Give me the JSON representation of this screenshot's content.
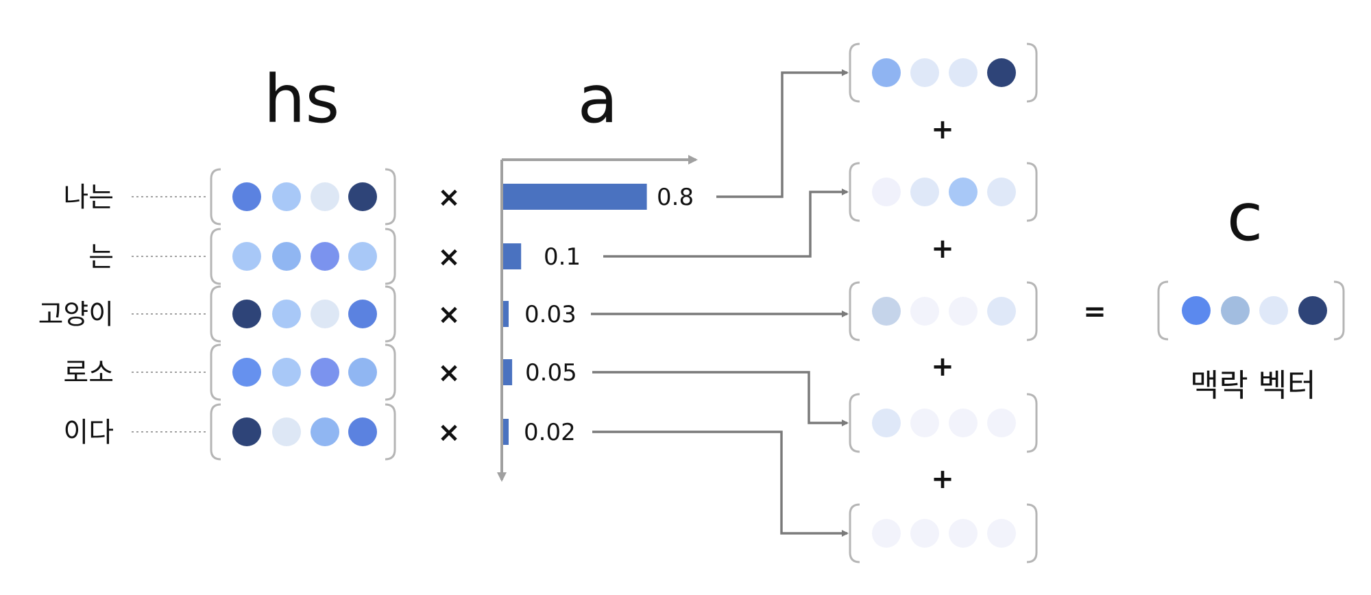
{
  "hs": {
    "label": "hs",
    "rows": [
      {
        "word": "나는",
        "colors": [
          "#5b82e0",
          "#a8c8f7",
          "#dde7f5",
          "#2e4478"
        ]
      },
      {
        "word": "는",
        "colors": [
          "#a8c8f7",
          "#90b6f2",
          "#7b93ee",
          "#a8c8f7"
        ]
      },
      {
        "word": "고양이",
        "colors": [
          "#2e4478",
          "#a8c8f7",
          "#dde7f5",
          "#5b82e0"
        ]
      },
      {
        "word": "로소",
        "colors": [
          "#6691ee",
          "#a8c8f7",
          "#7b93ee",
          "#90b6f2"
        ]
      },
      {
        "word": "이다",
        "colors": [
          "#2e4478",
          "#dde7f5",
          "#90b6f2",
          "#5b82e0"
        ]
      }
    ]
  },
  "times_symbol": "×",
  "a": {
    "label": "a",
    "weights": [
      {
        "label": "0.8",
        "value": 0.8
      },
      {
        "label": "0.1",
        "value": 0.1
      },
      {
        "label": "0.03",
        "value": 0.03
      },
      {
        "label": "0.05",
        "value": 0.05
      },
      {
        "label": "0.02",
        "value": 0.02
      }
    ],
    "bar_color": "#4a72c0"
  },
  "weighted": [
    [
      "#8fb4f2",
      "#dfe8f8",
      "#dfe8f8",
      "#2e4478"
    ],
    [
      "#f0f1fb",
      "#dfe8f8",
      "#a8c8f7",
      "#dfe8f8"
    ],
    [
      "#c5d4ea",
      "#f2f3fb",
      "#f2f3fb",
      "#dfe8f8"
    ],
    [
      "#dfe8f8",
      "#f2f3fb",
      "#f2f3fb",
      "#f2f3fb"
    ],
    [
      "#f2f3fb",
      "#f2f3fb",
      "#f2f3fb",
      "#f2f3fb"
    ]
  ],
  "plus_symbol": "+",
  "equals_symbol": "=",
  "c": {
    "label": "c",
    "colors": [
      "#5b89ee",
      "#a2bde0",
      "#dfe8f8",
      "#2e4478"
    ],
    "caption": "맥락 벡터"
  },
  "colors": {
    "bracket": "#b5b5b5",
    "connector": "#7a7a7a",
    "axis": "#a0a0a0",
    "dotted": "#a0a0a0"
  }
}
